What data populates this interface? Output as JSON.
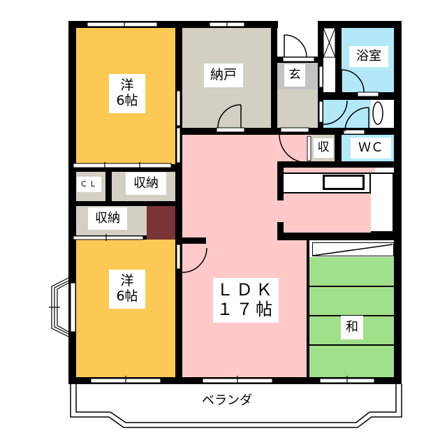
{
  "floor_plan": {
    "colors": {
      "western_room": "#FDC955",
      "storage_room": "#D3D0C3",
      "ldk": "#FFC9C9",
      "washitsu": "#A1E08A",
      "wet_area": "#B3E9F7",
      "entrance": "#C3C3C3",
      "pillar": "#7A3435",
      "wall": "#000000"
    },
    "rooms": {
      "western_room_top": {
        "label_line1": "洋",
        "label_line2": "6帖"
      },
      "western_room_bottom": {
        "label_line1": "洋",
        "label_line2": "6帖"
      },
      "storage_room": {
        "label": "納戸"
      },
      "entrance": {
        "label": "玄"
      },
      "bathroom": {
        "label": "浴室"
      },
      "toilet": {
        "label": "ＷＣ"
      },
      "small_storage": {
        "label": "収"
      },
      "closet_cl": {
        "label": "ＣＬ"
      },
      "closet_upper": {
        "label": "収納"
      },
      "closet_lower": {
        "label": "収納"
      },
      "ldk": {
        "label_line1": "ＬＤＫ",
        "label_line2": "１７帖"
      },
      "washitsu": {
        "label": "和"
      },
      "veranda": {
        "label": "ベランダ"
      }
    }
  }
}
